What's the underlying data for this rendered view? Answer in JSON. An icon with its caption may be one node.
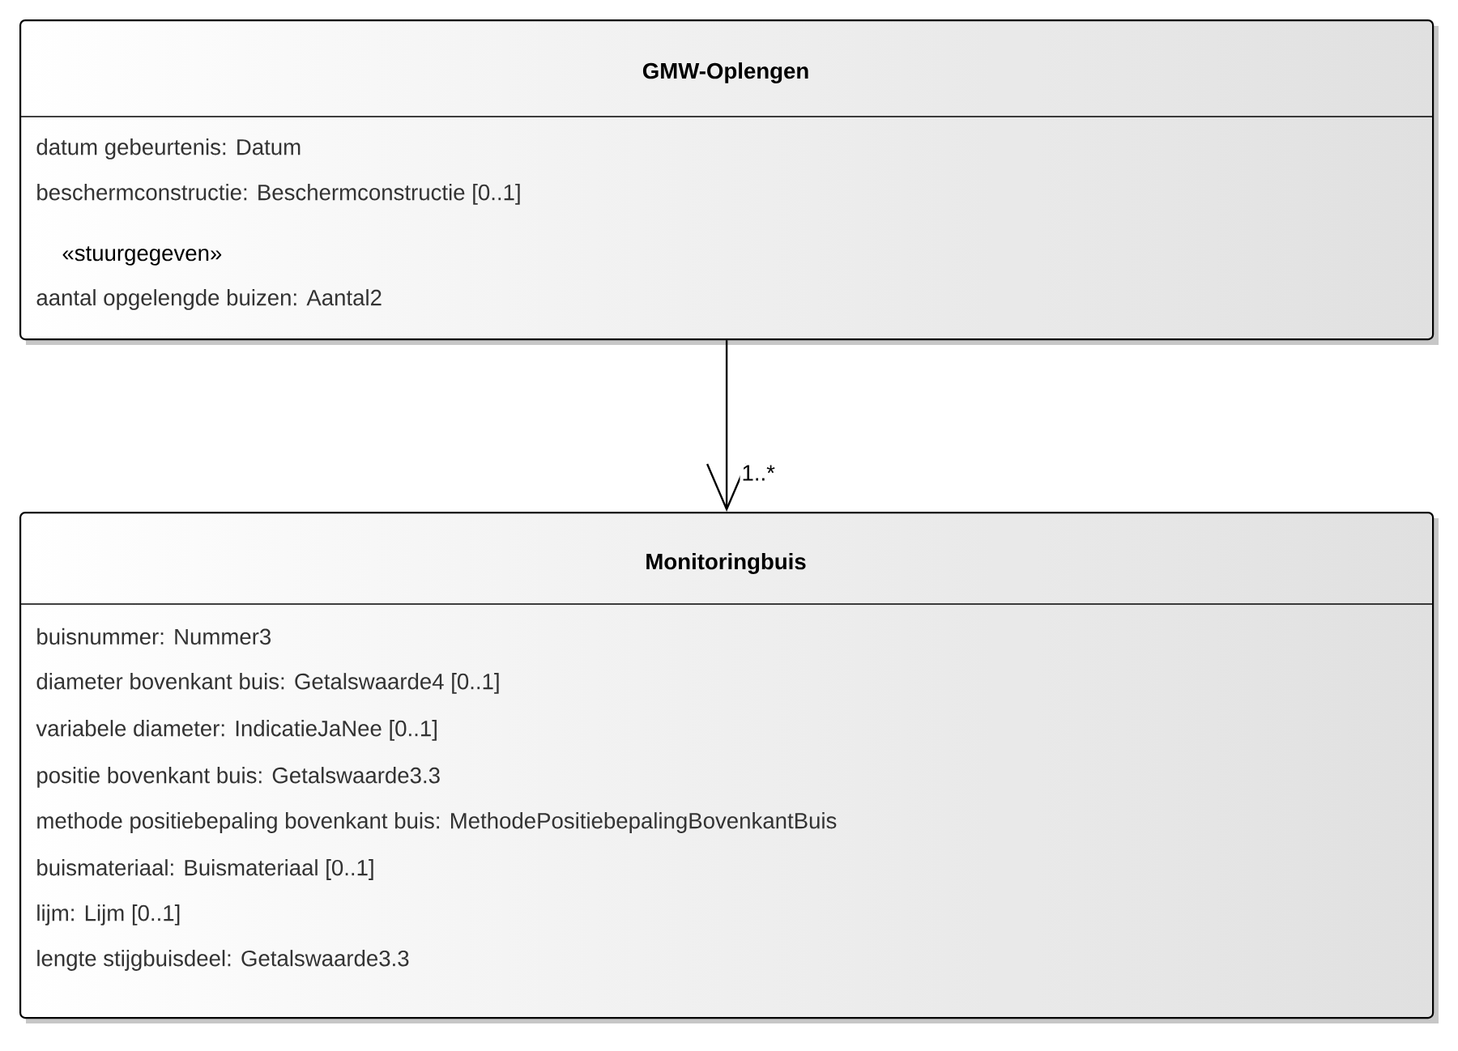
{
  "diagram": {
    "nodes": [
      {
        "text": [
          "GMW-Oplengen",
          "datum gebeurtenis: Datum",
          "beschermconstructie: Beschermconstructie [0..1]",
          "«stuurgegeven»",
          "aantal opgelengde buizen: Aantal2"
        ]
      },
      {
        "text": [
          "Monitoringbuis",
          "buisnummer: Nummer3",
          "diameter bovenkant buis: Getalswaarde4 [0..1]",
          "variabele diameter: IndicatieJaNee [0..1]",
          "positie bovenkant buis: Getalswaarde3.3",
          "methode positiebepaling bovenkant buis: MethodePositiebepalingBovenkantBuis",
          "buismateriaal: Buismateriaal [0..1]",
          "lijm: Lijm [0..1]",
          "lengte stijgbuisdeel: Getalswaarde3.3"
        ]
      }
    ],
    "edges": [
      {
        "from": 0,
        "to": 1,
        "arrow": "to",
        "label": "1..*"
      }
    ]
  }
}
